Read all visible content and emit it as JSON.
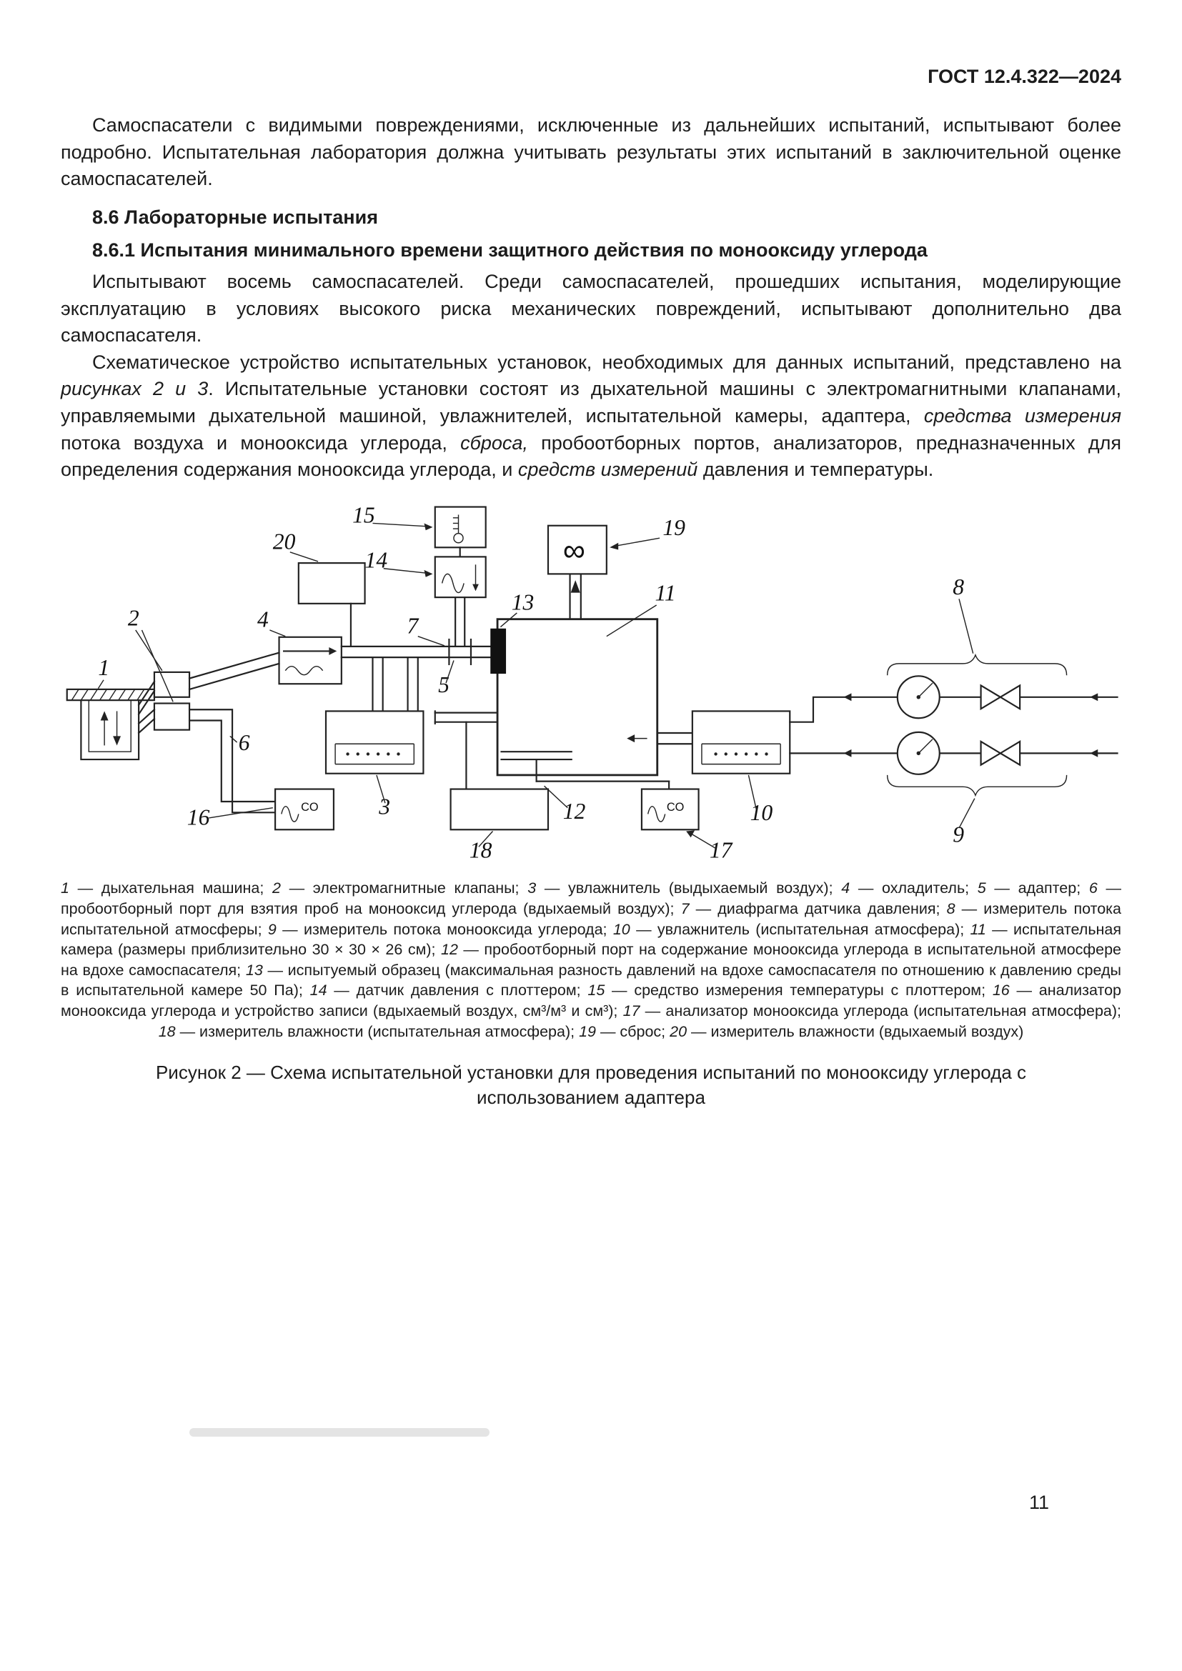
{
  "header": {
    "doc_number": "ГОСТ 12.4.322—2024"
  },
  "content": {
    "p1": "Самоспасатели с видимыми повреждениями, исключенные из дальнейших испытаний, испытывают более подробно. Испытательная лаборатория должна учитывать результаты этих испытаний в заключительной оценке самоспасателей.",
    "h86": "8.6 Лабораторные испытания",
    "h861": "8.6.1 Испытания минимального времени защитного действия по монооксиду углерода",
    "p2": "Испытывают восемь самоспасателей. Среди самоспасателей, прошедших испытания, моделирующие эксплуатацию в условиях высокого риска механических повреждений, испытывают дополнительно два самоспасателя.",
    "p3_runs": [
      {
        "text": "Схематическое устройство испытательных установок, необходимых для данных испытаний, представлено на ",
        "style": "normal"
      },
      {
        "text": "рисунках 2 и 3",
        "style": "italic"
      },
      {
        "text": ". Испытательные установки состоят из дыхательной машины с электромагнитными клапанами, управляемыми дыхательной машиной, увлажнителей, испытательной камеры, адаптера, ",
        "style": "normal"
      },
      {
        "text": "средства измерения",
        "style": "italic"
      },
      {
        "text": " потока воздуха и монооксида углерода, ",
        "style": "normal"
      },
      {
        "text": "сброса,",
        "style": "italic"
      },
      {
        "text": " пробоотборных портов, анализаторов, предназначенных для определения содержания монооксида углерода, и ",
        "style": "normal"
      },
      {
        "text": "средств измерений",
        "style": "italic"
      },
      {
        "text": " давления и температуры.",
        "style": "normal"
      }
    ]
  },
  "diagram": {
    "labels": {
      "n1": "1",
      "n2": "2",
      "n3": "3",
      "n4": "4",
      "n5": "5",
      "n6": "6",
      "n7": "7",
      "n8": "8",
      "n9": "9",
      "n10": "10",
      "n11": "11",
      "n12": "12",
      "n13": "13",
      "n14": "14",
      "n15": "15",
      "n16": "16",
      "n17": "17",
      "n18": "18",
      "n19": "19",
      "n20": "20"
    },
    "co": "CO",
    "infinity": "∞"
  },
  "legend": {
    "items": [
      {
        "num": "1",
        "text": "дыхательная машина"
      },
      {
        "num": "2",
        "text": "электромагнитные клапаны"
      },
      {
        "num": "3",
        "text": "увлажнитель (выдыхаемый воздух)"
      },
      {
        "num": "4",
        "text": "охладитель"
      },
      {
        "num": "5",
        "text": "адаптер"
      },
      {
        "num": "6",
        "text": "пробоотборный порт для взятия проб на монооксид углерода (вдыхаемый воздух)"
      },
      {
        "num": "7",
        "text": "диафрагма датчика давления"
      },
      {
        "num": "8",
        "text": "измеритель потока испытательной атмосферы"
      },
      {
        "num": "9",
        "text": "измеритель потока монооксида углерода"
      },
      {
        "num": "10",
        "text": "увлажнитель (испытательная атмосфера)"
      },
      {
        "num": "11",
        "text": "испытательная камера (размеры приблизительно 30 × 30 × 26 см)"
      },
      {
        "num": "12",
        "text": "пробоотборный порт на содержание монооксида углерода в испытательной атмосфере на вдохе самоспасателя"
      },
      {
        "num": "13",
        "text": "испытуемый образец (максимальная разность давлений на вдохе самоспасателя по отношению к давлению среды в испытательной камере 50 Па)"
      },
      {
        "num": "14",
        "text": "датчик давления с плоттером"
      },
      {
        "num": "15",
        "text": "средство измерения температуры с плоттером"
      },
      {
        "num": "16",
        "text": "анализатор монооксида углерода и устройство записи (вдыхаемый воздух, см³/м³ и см³)"
      },
      {
        "num": "17",
        "text": "анализатор монооксида углерода (испытательная атмосфера)"
      },
      {
        "num": "18",
        "text": "измеритель влажности (испытательная атмосфера)"
      },
      {
        "num": "19",
        "text": "сброс"
      },
      {
        "num": "20",
        "text": "измеритель влажности (вдыхаемый воздух)"
      }
    ]
  },
  "figure": {
    "caption": "Рисунок 2 — Схема испытательной установки для проведения испытаний по монооксиду углерода с использованием адаптера"
  },
  "footer": {
    "page_number": "11"
  }
}
